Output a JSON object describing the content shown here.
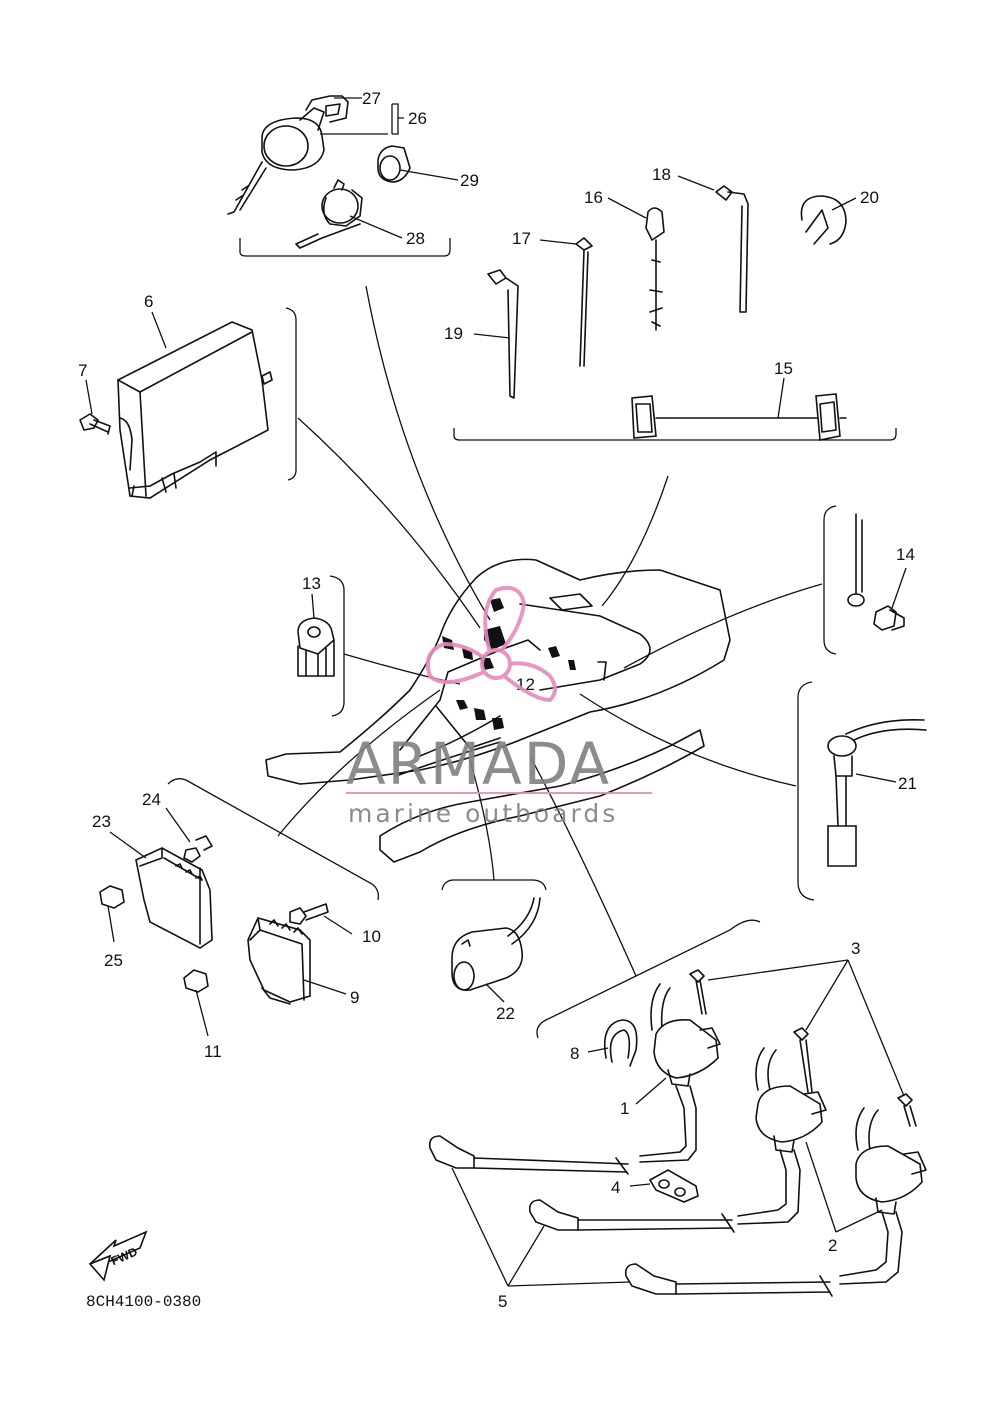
{
  "diagram_code": "8CH4100-0380",
  "fwd_label": "FWD",
  "watermark": {
    "brand": "ARMADA",
    "tagline": "marine outboards",
    "brand_color": "#808080",
    "accent_color": "#e58bbd"
  },
  "callouts": [
    "1",
    "2",
    "3",
    "4",
    "5",
    "6",
    "7",
    "8",
    "9",
    "10",
    "11",
    "12",
    "13",
    "14",
    "15",
    "16",
    "17",
    "18",
    "19",
    "20",
    "21",
    "22",
    "23",
    "24",
    "25",
    "26",
    "27",
    "28",
    "29"
  ]
}
